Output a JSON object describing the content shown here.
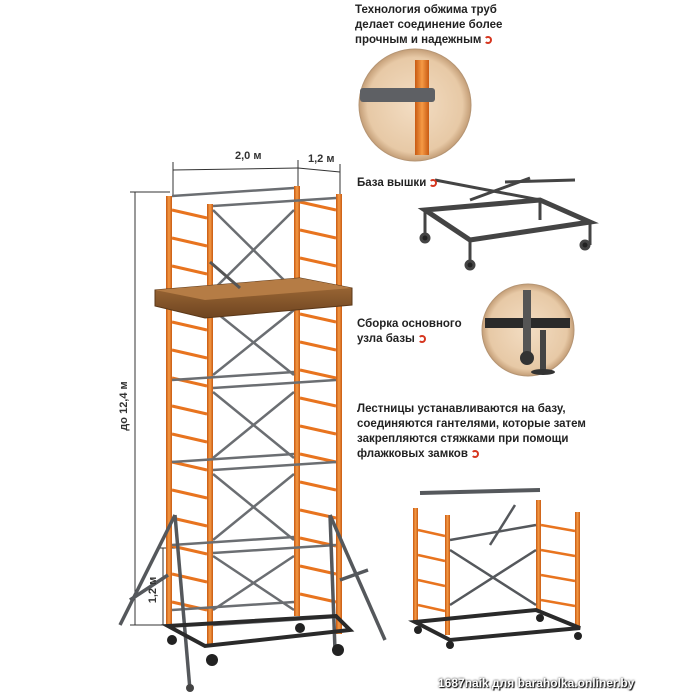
{
  "captions": {
    "tech": [
      "Технология обжима труб",
      "делает соединение более",
      "прочным и надежным"
    ],
    "base": "База вышки",
    "assembly": [
      "Сборка основного",
      "узла базы"
    ],
    "ladders": [
      "Лестницы устанавливаются на базу,",
      "соединяются гантелями, которые затем",
      "закрепляются стяжками при помощи",
      "флажковых замков"
    ]
  },
  "dimensions": {
    "width": "2,0 м",
    "depth": "1,2 м",
    "height": "до 12,4 м",
    "outrigger": "1,2 м"
  },
  "watermark": "1687naik для baraholka.onliner.by",
  "colors": {
    "orange": "#e8741f",
    "steel": "#6b6e72",
    "wood": "#8a5a2b",
    "accent": "#d6361f"
  }
}
